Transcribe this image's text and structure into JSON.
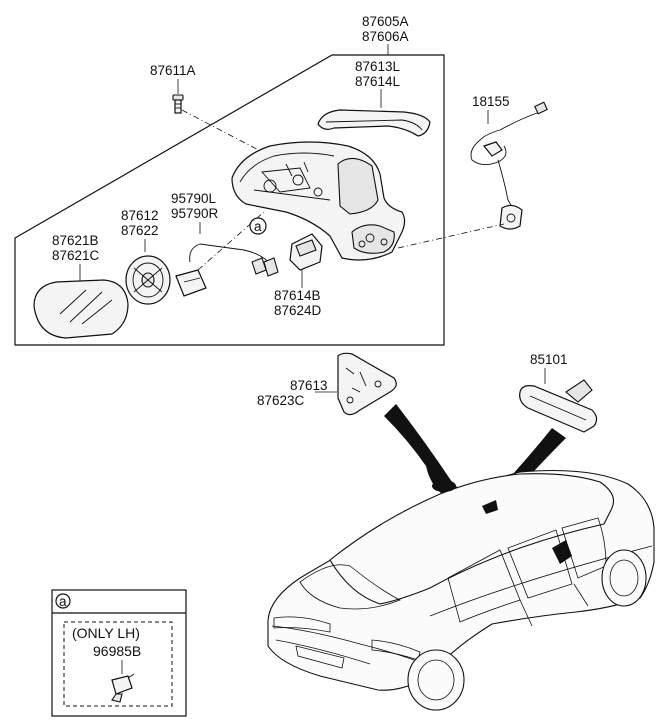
{
  "labels": {
    "assembly_upper": "87605A",
    "assembly_lower": "87606A",
    "bolt": "87611A",
    "cover_upper": "87613L",
    "cover_lower": "87614L",
    "harness": "18155",
    "wiring_upper": "95790L",
    "wiring_lower": "95790R",
    "actuator_upper": "87612",
    "actuator_lower": "87622",
    "glass_upper": "87621B",
    "glass_lower": "87621C",
    "lamp_upper": "87614B",
    "lamp_lower": "87624D",
    "base_cover_upper": "87613",
    "base_cover_lower": "87623C",
    "inside_mirror": "85101",
    "callout_a": "a",
    "legend_letter": "a",
    "legend_note": "(ONLY LH)",
    "legend_part": "96985B"
  }
}
